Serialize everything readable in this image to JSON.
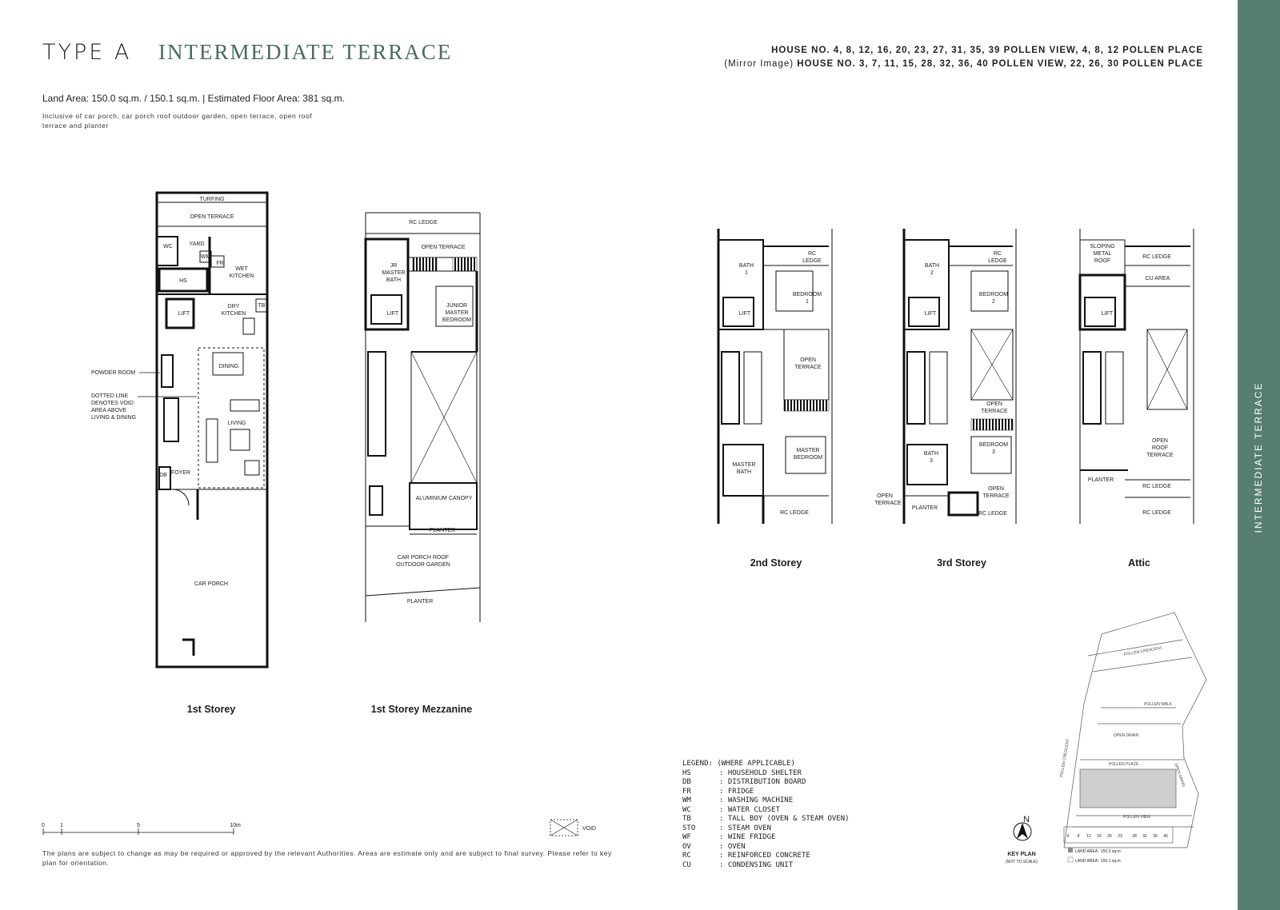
{
  "header": {
    "type_label": "TYPE A",
    "type_name": "INTERMEDIATE TERRACE",
    "house_numbers": "HOUSE NO. 4, 8, 12, 16, 20, 23, 27, 31, 35, 39 POLLEN VIEW, 4, 8, 12 POLLEN PLACE",
    "mirror_prefix": "(Mirror Image)",
    "mirror_house_numbers": "HOUSE NO. 3, 7, 11, 15, 28, 32, 36, 40 POLLEN VIEW, 22, 26, 30 POLLEN PLACE",
    "area_text": "Land Area: 150.0 sq.m. / 150.1 sq.m.  |  Estimated Floor Area: 381 sq.m.",
    "inclusive_text": "Inclusive of car porch, car porch roof outdoor garden, open terrace, open roof terrace and planter"
  },
  "side_band": {
    "label": "INTERMEDIATE TERRACE",
    "color": "#577e6e"
  },
  "plans": {
    "first": {
      "caption": "1st Storey",
      "labels": {
        "turfing": "TURFING",
        "open_terrace": "OPEN TERRACE",
        "wc": "WC",
        "yard": "YARD",
        "wm": "WM",
        "fr": "FR",
        "wet_kitchen": "WET",
        "wet_kitchen2": "KITCHEN",
        "hs": "HS",
        "lift": "LIFT",
        "dry_kitchen": "DRY",
        "dry_kitchen2": "KITCHEN",
        "tb": "TB",
        "dining": "DINING",
        "living": "LIVING",
        "db": "DB",
        "foyer": "FOYER",
        "car_porch": "CAR PORCH"
      },
      "callouts": {
        "powder_room": "POWDER ROOM",
        "dotted_1": "DOTTED LINE",
        "dotted_2": "DENOTES VOID",
        "dotted_3": "AREA ABOVE",
        "dotted_4": "LIVING & DINING"
      }
    },
    "mezzanine": {
      "caption": "1st Storey Mezzanine",
      "labels": {
        "rc_ledge": "RC LEDGE",
        "open_terrace": "OPEN TERRACE",
        "jr": "JR",
        "master": "MASTER",
        "bath": "BATH",
        "lift": "LIFT",
        "junior": "JUNIOR",
        "master2": "MASTER",
        "bedroom": "BEDROOM",
        "canopy": "ALUMINIUM CANOPY",
        "planter": "PLANTER",
        "car_porch_roof": "CAR PORCH ROOF",
        "outdoor_garden": "OUTDOOR GARDEN",
        "planter2": "PLANTER"
      }
    },
    "second": {
      "caption": "2nd Storey",
      "labels": {
        "rc": "RC",
        "ledge": "LEDGE",
        "bath": "BATH",
        "bath_no": "1",
        "bedroom": "BEDROOM",
        "bedroom_no": "1",
        "lift": "LIFT",
        "open": "OPEN",
        "terrace": "TERRACE",
        "master": "MASTER",
        "bedroom2": "BEDROOM",
        "master_bath1": "MASTER",
        "master_bath2": "BATH",
        "rc_ledge": "RC LEDGE"
      }
    },
    "third": {
      "caption": "3rd Storey",
      "labels": {
        "rc": "RC",
        "ledge": "LEDGE",
        "bath": "BATH",
        "bath_no": "2",
        "bedroom": "BEDROOM",
        "bedroom_no": "2",
        "lift": "LIFT",
        "open1": "OPEN",
        "terrace1": "TERRACE",
        "bath3": "BATH",
        "bath3_no": "3",
        "bedroom3": "BEDROOM",
        "bedroom3_no": "3",
        "open2": "OPEN",
        "terrace2": "TERRACE",
        "open_ext1": "OPEN",
        "open_ext2": "TERRACE",
        "planter": "PLANTER",
        "rc_ledge": "RC LEDGE"
      }
    },
    "attic": {
      "caption": "Attic",
      "labels": {
        "sloping1": "SLOPING",
        "sloping2": "METAL",
        "sloping3": "ROOF",
        "rc_ledge": "RC LEDGE",
        "cu_area": "CU AREA",
        "lift": "LIFT",
        "open": "OPEN",
        "roof": "ROOF",
        "terrace": "TERRACE",
        "planter": "PLANTER",
        "rc_ledge2": "RC LEDGE",
        "rc_ledge3": "RC LEDGE"
      }
    }
  },
  "scale_bar": {
    "ticks": [
      "0",
      "1",
      "5",
      "10m"
    ]
  },
  "void_legend": "VOID",
  "legend": {
    "title": "LEGEND: (WHERE APPLICABLE)",
    "items": [
      {
        "abbr": "HS",
        "desc": ": HOUSEHOLD SHELTER"
      },
      {
        "abbr": "DB",
        "desc": ": DISTRIBUTION BOARD"
      },
      {
        "abbr": "FR",
        "desc": ": FRIDGE"
      },
      {
        "abbr": "WM",
        "desc": ": WASHING MACHINE"
      },
      {
        "abbr": "WC",
        "desc": ": WATER CLOSET"
      },
      {
        "abbr": "TB",
        "desc": ": TALL BOY (OVEN & STEAM OVEN)"
      },
      {
        "abbr": "STO",
        "desc": ": STEAM OVEN"
      },
      {
        "abbr": "WF",
        "desc": ": WINE FRIDGE"
      },
      {
        "abbr": "OV",
        "desc": ": OVEN"
      },
      {
        "abbr": "RC",
        "desc": ": REINFORCED CONCRETE"
      },
      {
        "abbr": "CU",
        "desc": ": CONDENSING UNIT"
      }
    ]
  },
  "key_plan": {
    "north": "N",
    "title": "KEY PLAN",
    "subtitle": "(NOT TO SCALE)",
    "roads": {
      "crescent_top": "POLLEN CRESCENT",
      "walk": "POLLEN WALK",
      "open_drain": "OPEN DRAIN",
      "place": "POLLEN PLACE",
      "view": "POLLEN VIEW",
      "crescent_side": "POLLEN CRESCENT",
      "open_drain_side": "OPEN DRAIN"
    },
    "house_numbers": [
      "4",
      "8",
      "12",
      "16",
      "20",
      "23",
      "28",
      "32",
      "36",
      "40"
    ],
    "land_area_1": "LAND AREA : 150.0 sq.m",
    "land_area_2": "LAND AREA : 150.1 sq.m"
  },
  "disclaimer": "The plans are subject to change as may be required or approved by the relevant Authorities. Areas are estimate only and are subject to final survey. Please refer to key plan for orientation."
}
